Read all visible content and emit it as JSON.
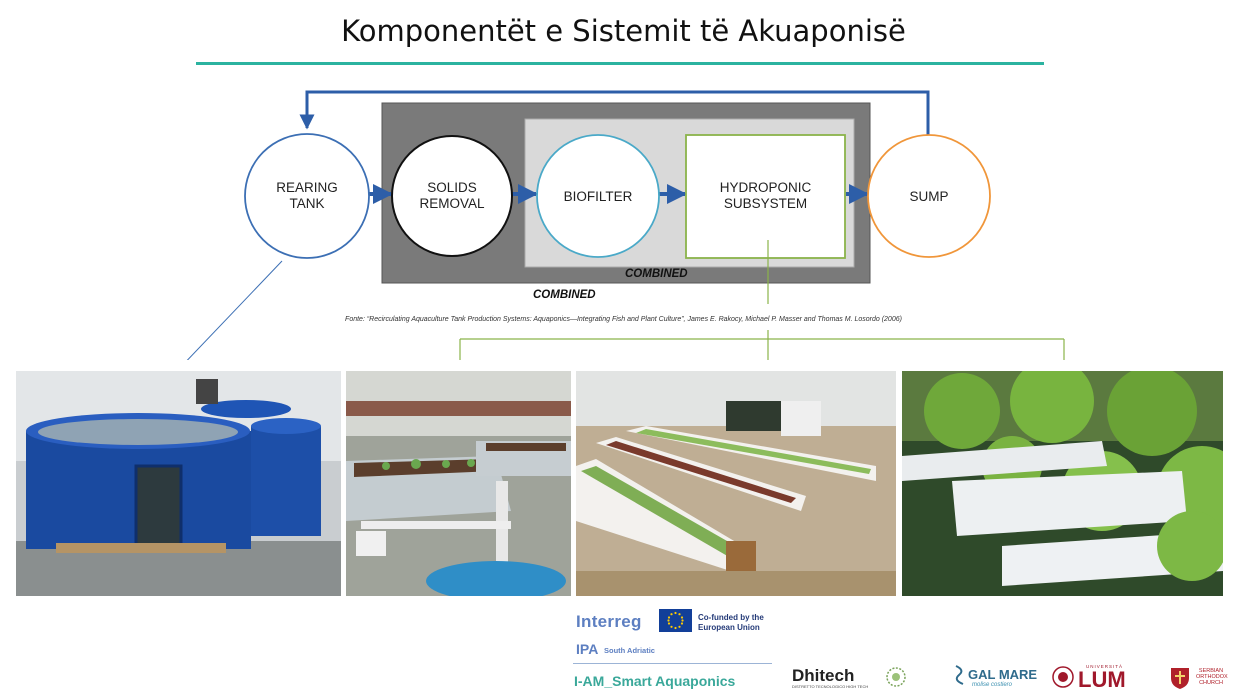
{
  "title": "Komponentët e Sistemit të Akuaponisë",
  "colors": {
    "title_rule": "#2bb3a0",
    "blue": "#3c6fb4",
    "dark_blue": "#2d5ea8",
    "green": "#8ab34a",
    "orange": "#f0963a",
    "outer_combined_fill": "#7a7a7a",
    "inner_combined_fill": "#d9d9d9"
  },
  "diagram": {
    "nodes": {
      "rearing_tank": "REARING\nTANK",
      "solids_removal": "SOLIDS\nREMOVAL",
      "biofilter": "BIOFILTER",
      "hydroponic_subsystem": "HYDROPONIC\nSUBSYSTEM",
      "sump": "SUMP"
    },
    "inner_box_label": "COMBINED",
    "outer_box_label": "COMBINED",
    "source_note": "Fonte: “Recirculating Aquaculture Tank Production Systems: Aquaponics—Integrating Fish and Plant Culture”, James E. Rakocy, Michael P. Masser and Thomas M. Losordo (2006)"
  },
  "photos": [
    {
      "name": "fish-rearing-tank-photo"
    },
    {
      "name": "grow-beds-greenhouse-photo"
    },
    {
      "name": "media-beds-photo"
    },
    {
      "name": "nft-lettuce-photo"
    }
  ],
  "footer": {
    "interreg": "Interreg",
    "cofunded": "Co-funded by the European Union",
    "ipa": "IPA",
    "ipa_sub": "South Adriatic",
    "project": "I-AM_Smart Aquaponics",
    "dhitech": "Dhitech",
    "dhitech_sub": "DISTRETTO TECNOLOGICO HIGH TECH",
    "galmare": "GAL MARE",
    "galmare_sub": "molise costiero",
    "lum": "LUM",
    "lum_uni": "UNIVERSITÀ",
    "church": "SERBIAN ORTHODOX CHURCH"
  }
}
